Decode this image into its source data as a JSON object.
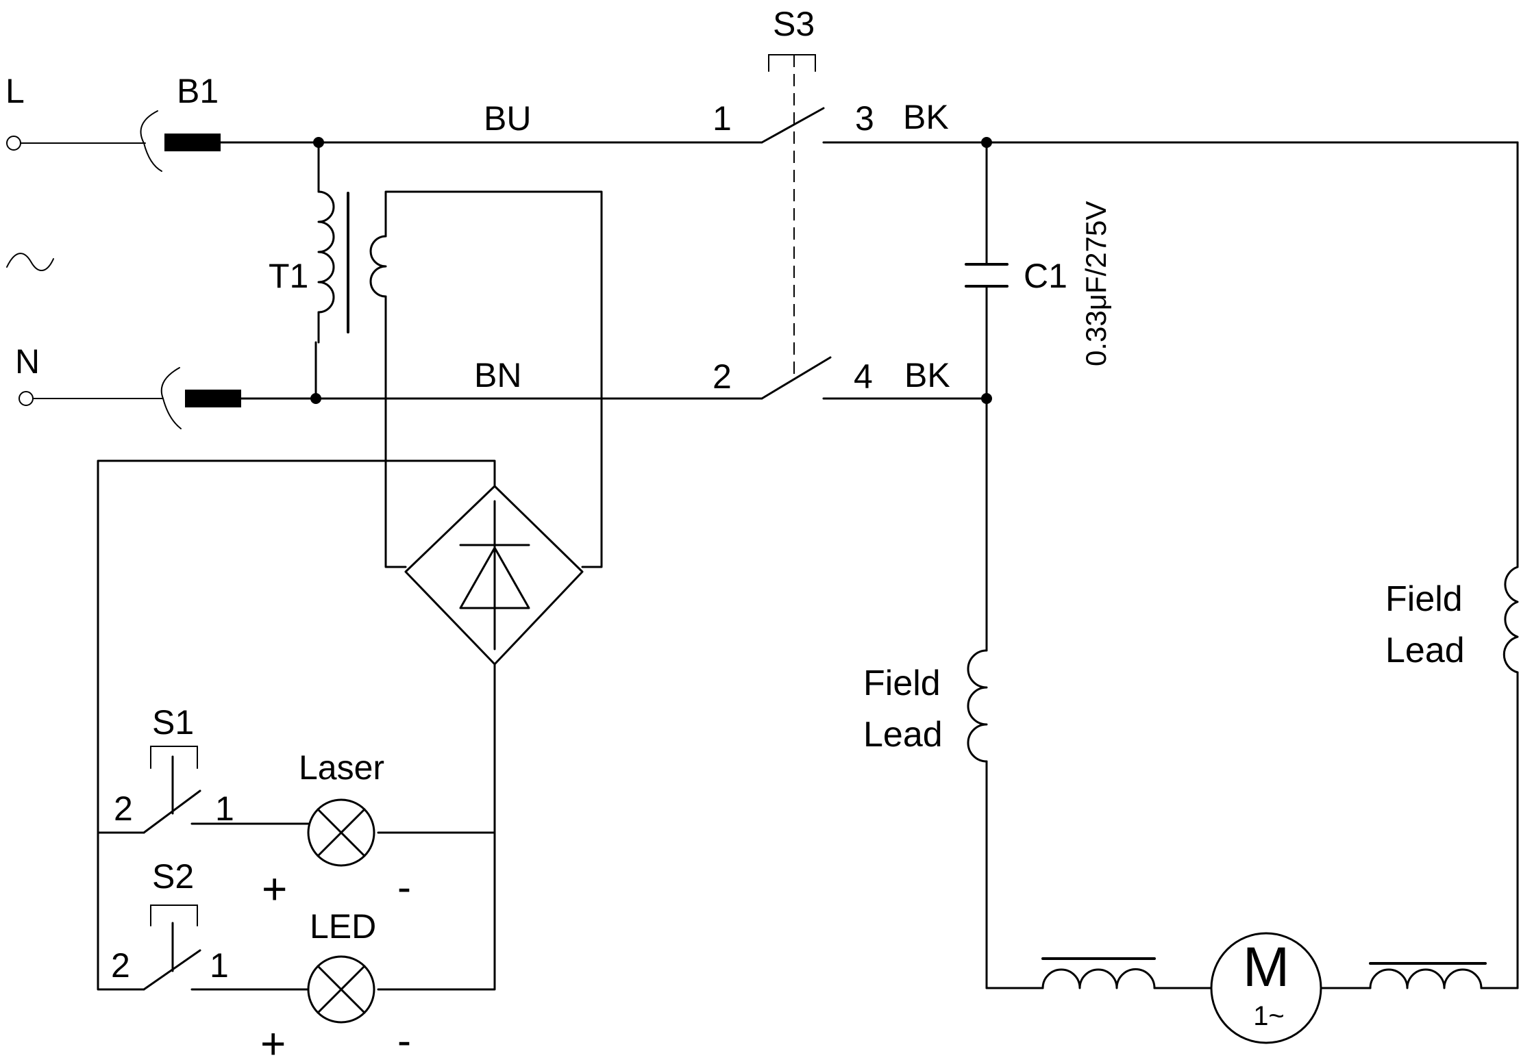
{
  "terminals": {
    "line": "L",
    "neutral": "N",
    "ac_symbol": "~"
  },
  "fuse": {
    "label": "B1"
  },
  "transformer": {
    "label": "T1"
  },
  "wires": {
    "blue": "BU",
    "brown": "BN",
    "black_top": "BK",
    "black_bottom": "BK"
  },
  "main_switch": {
    "label": "S3",
    "pin_1": "1",
    "pin_2": "2",
    "pin_3": "3",
    "pin_4": "4"
  },
  "capacitor": {
    "label": "C1",
    "rating": "0.33μF/275V"
  },
  "field_lead_left": {
    "line1": "Field",
    "line2": "Lead"
  },
  "field_lead_right": {
    "line1": "Field",
    "line2": "Lead"
  },
  "motor": {
    "symbol": "M",
    "phase": "1~"
  },
  "laser_switch": {
    "label": "S1",
    "pin_2": "2",
    "pin_1": "1"
  },
  "led_switch": {
    "label": "S2",
    "pin_2": "2",
    "pin_1": "1"
  },
  "laser_lamp": {
    "label": "Laser",
    "plus": "+",
    "minus": "-"
  },
  "led_lamp": {
    "label": "LED",
    "plus": "+",
    "minus": "-"
  },
  "icons": [
    "fuse-icon",
    "transformer-icon",
    "bridge-rectifier-icon",
    "capacitor-icon",
    "inductor-icon",
    "motor-icon",
    "lamp-icon",
    "switch-icon"
  ]
}
